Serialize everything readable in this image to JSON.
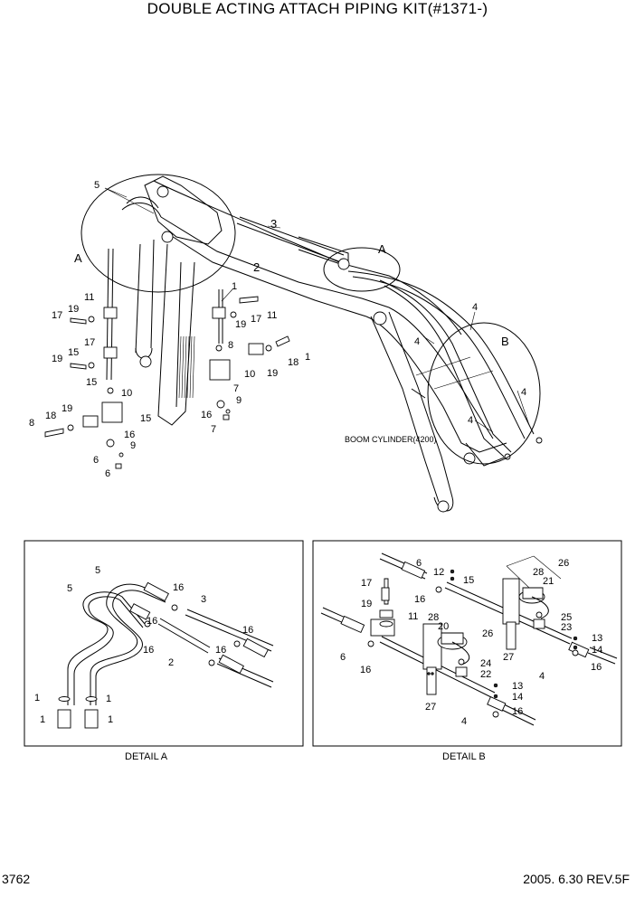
{
  "title": "DOUBLE ACTING ATTACH PIPING KIT(#1371-)",
  "page_number": "3762",
  "revision": "2005. 6.30  REV.5F",
  "main_view": {
    "boom_cylinder_label": "BOOM CYLINDER(4200)",
    "detail_markers": [
      "A",
      "A",
      "B"
    ],
    "callouts": [
      "5",
      "3",
      "2",
      "1",
      "11",
      "17",
      "19",
      "19",
      "17",
      "11",
      "17",
      "19",
      "15",
      "8",
      "10",
      "19",
      "18",
      "1",
      "15",
      "10",
      "19",
      "18",
      "8",
      "15",
      "16",
      "9",
      "7",
      "9",
      "16",
      "7",
      "6",
      "6",
      "4",
      "4"
    ]
  },
  "detail_a": {
    "caption": "DETAIL A",
    "callouts": [
      "5",
      "5",
      "16",
      "3",
      "16",
      "16",
      "2",
      "16",
      "16",
      "1",
      "1"
    ]
  },
  "detail_b": {
    "caption": "DETAIL B",
    "callouts": [
      "6",
      "12",
      "15",
      "26",
      "28",
      "21",
      "17",
      "16",
      "19",
      "28",
      "11",
      "20",
      "26",
      "25",
      "23",
      "6",
      "16",
      "24",
      "22",
      "27",
      "13",
      "14",
      "4",
      "16",
      "27",
      "13",
      "14",
      "4",
      "16"
    ]
  }
}
